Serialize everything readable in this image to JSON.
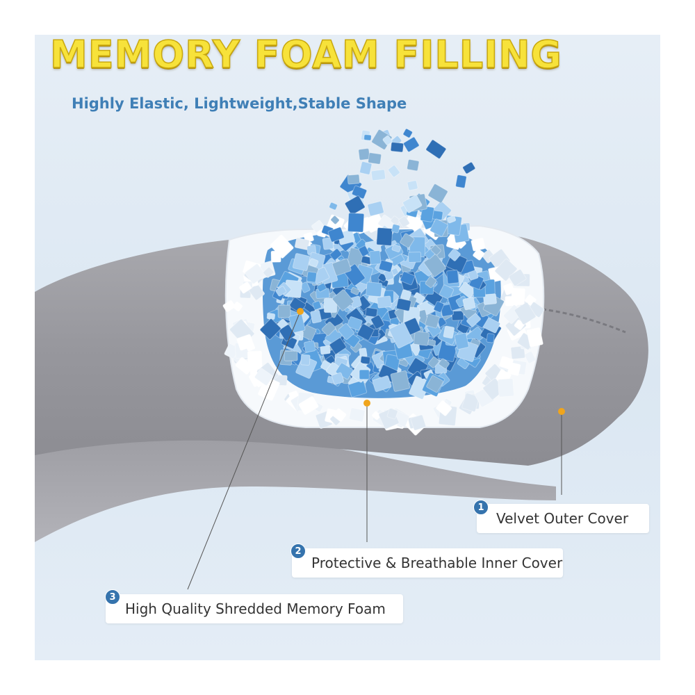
{
  "header": {
    "title": "MEMORY FOAM FILLING",
    "subtitle": "Highly Elastic, Lightweight,Stable Shape"
  },
  "callouts": [
    {
      "number": "1",
      "label": "Velvet  Outer Cover"
    },
    {
      "number": "2",
      "label": "Protective & Breathable Inner Cover"
    },
    {
      "number": "3",
      "label": "High Quality Shredded Memory Foam"
    }
  ],
  "colors": {
    "title": "#f7e23a",
    "subtitle": "#3f7fb6",
    "pointer_dot": "#f0a51c",
    "badge": "#3573ad",
    "foam_blue": "#4d95d6",
    "velvet_gray": "#9a9aa0"
  }
}
